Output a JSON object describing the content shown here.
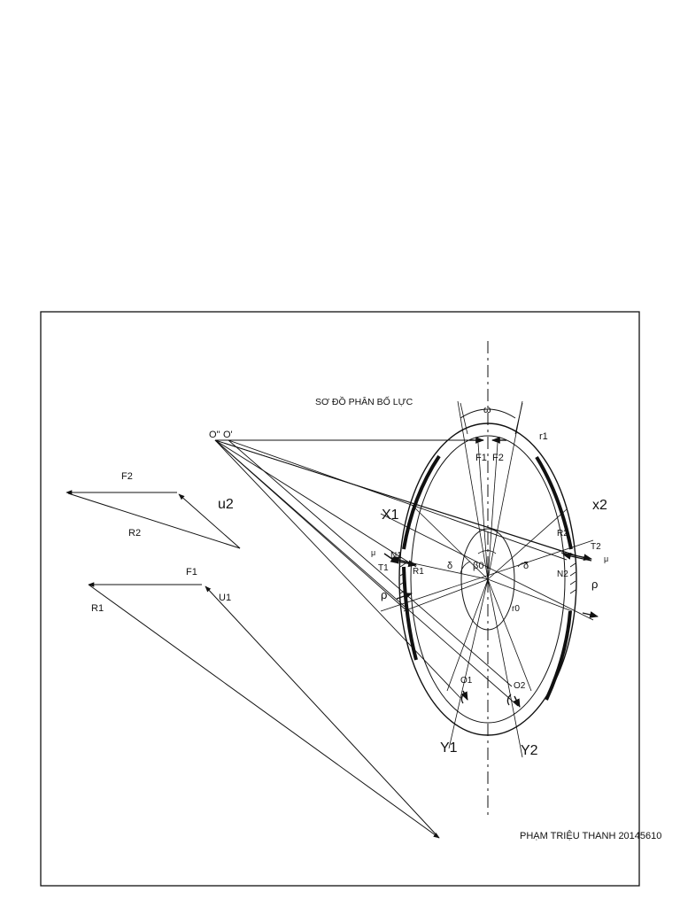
{
  "diagram": {
    "title": "SƠ ĐỒ PHÂN BỐ LỰC",
    "author": "PHẠM TRIỆU THANH 20145610",
    "labels": {
      "o_double_prime": "O\"",
      "o_prime": "O'",
      "omega": "ω",
      "f1_top": "F1",
      "f2_top": "F2",
      "r1_rim": "r1",
      "x1": "X1",
      "x2": "x2",
      "n1": "N1",
      "t1": "T1",
      "r1_small": "R1",
      "delta_left": "δ",
      "beta0": "β0",
      "delta_right": "δ",
      "r2_small": "R2",
      "t2": "T2",
      "n2": "N2",
      "rho_left": "ρ",
      "rho_right": "ρ",
      "r0": "r0",
      "o1": "O1",
      "o2": "O2",
      "y1": "Y1",
      "y2": "Y2",
      "f2_tri": "F2",
      "u2": "u2",
      "r2_tri": "R2",
      "f1_tri": "F1",
      "u1": "U1",
      "r1_tri": "R1",
      "mu_left": "μ",
      "mu_right": "μ"
    }
  }
}
